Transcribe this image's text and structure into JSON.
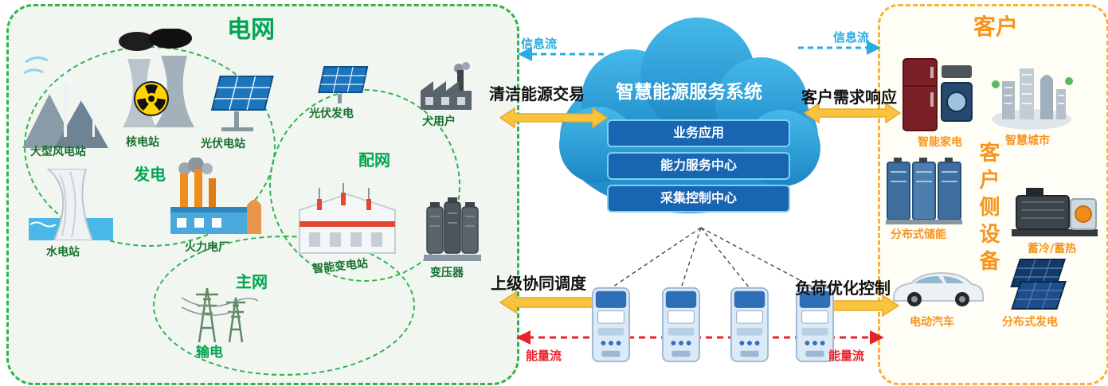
{
  "grid": {
    "title": "电网",
    "zone_generation": "发电",
    "zone_main": "主网",
    "zone_distribution": "配网",
    "items": {
      "wind": "大型风电站",
      "nuclear": "核电站",
      "pv_station": "光伏电站",
      "hydro": "水电站",
      "thermal": "火力电厂",
      "transmission": "输电",
      "pv_gen": "光伏发电",
      "large_user": "大用户",
      "substation": "智能变电站",
      "transformer": "变压器"
    }
  },
  "cloud": {
    "title": "智慧能源服务系统",
    "modules": [
      "业务应用",
      "能力服务中心",
      "采集控制中心"
    ]
  },
  "flows": {
    "info_flow_left": "信息流",
    "info_flow_right": "信息流",
    "clean_energy_trade": "清洁能源交易",
    "customer_demand_response": "客户需求响应",
    "superior_dispatch": "上级协同调度",
    "load_optimization": "负荷优化控制",
    "energy_flow_left": "能量流",
    "energy_flow_right": "能量流"
  },
  "customer": {
    "title": "客户",
    "side_label": "客户侧设备",
    "items": {
      "smart_appliance": "智能家电",
      "smart_city": "智慧城市",
      "storage": "分布式储能",
      "cold_heat_storage": "蓄冷/蓄热",
      "ev": "电动汽车",
      "distributed_gen": "分布式发电"
    }
  },
  "colors": {
    "grid_green": "#00a651",
    "customer_orange": "#f7941d",
    "cloud_blue": "#2aa9e0",
    "module_blue": "#1866b2",
    "info_blue": "#29abe2",
    "energy_red": "#e8232a",
    "arrow_yellow": "#f8c43d"
  },
  "icons": {
    "wind-turbine-icon": "wind turbines on mountains",
    "nuclear-plant-icon": "cooling towers with radiation symbol",
    "pv-station-icon": "tilted solar panel array",
    "hydro-dam-icon": "hydroelectric dam",
    "thermal-plant-icon": "thermal power plant with chimneys",
    "transmission-tower-icon": "transmission towers with wires",
    "pv-generation-icon": "small solar panel",
    "large-user-icon": "industrial factory",
    "smart-substation-icon": "substation compound",
    "transformer-icon": "transformer cylinders",
    "cloud-icon": "cloud platform",
    "smart-meter-icon": "smart electricity meter",
    "smart-appliance-icon": "refrigerator and appliance",
    "smart-city-icon": "city buildings",
    "battery-storage-icon": "battery cabinets",
    "generator-icon": "genset for cold and heat storage",
    "ev-car-icon": "electric car",
    "distributed-pv-icon": "solar panels"
  }
}
